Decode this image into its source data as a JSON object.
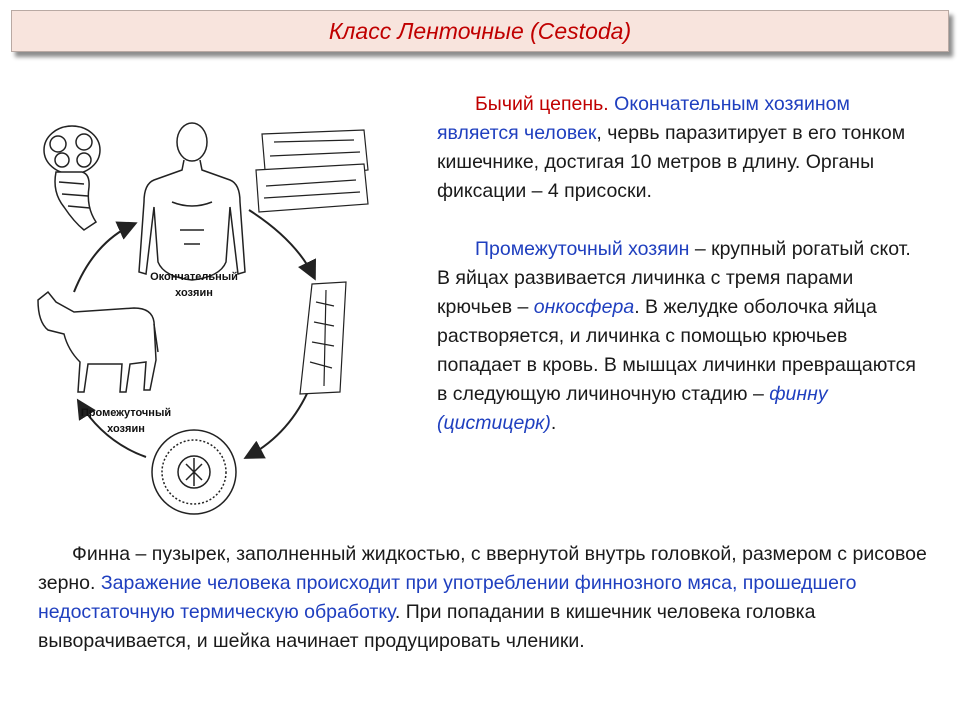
{
  "title": "Класс Ленточные (Cestoda)",
  "diagram": {
    "final_host_line1": "Окончательный",
    "final_host_line2": "хозяин",
    "intermediate_host_line1": "Промежуточный",
    "intermediate_host_line2": "хозяин"
  },
  "para1": {
    "species": "Бычий цепень.",
    "host_intro": "Окончательным хозяином является человек",
    "rest": ", червь паразитирует в его тонком кишечнике, достигая 10 метров в длину. Органы фиксации – 4 присоски."
  },
  "para2": {
    "intermediate": "Промежуточный хозяин",
    "text1": " – крупный рогатый скот. В яйцах развивается личинка с тремя парами крючьев – ",
    "oncosphere": "онкосфера",
    "text2": ". В желудке оболочка яйца растворяется, и личинка с помощью крючьев попадает в кровь. В мышцах личинки превращаются в следующую личиночную стадию – ",
    "finn": "финну (цистицерк)",
    "end": "."
  },
  "para3": {
    "text1": "Финна – пузырек, заполненный жидкостью, с ввернутой внутрь головкой, размером с рисовое зерно. ",
    "infection": "Заражение человека происходит при употреблении финнозного мяса, прошедшего недостаточную термическую обработку",
    "text2": ". При попадании в кишечник человека головка выворачивается, и шейка начинает продуцировать членики."
  },
  "colors": {
    "title": "#c00000",
    "highlight_red": "#c00000",
    "highlight_blue": "#1f3fbf",
    "title_bg": "#f8e4dd"
  }
}
